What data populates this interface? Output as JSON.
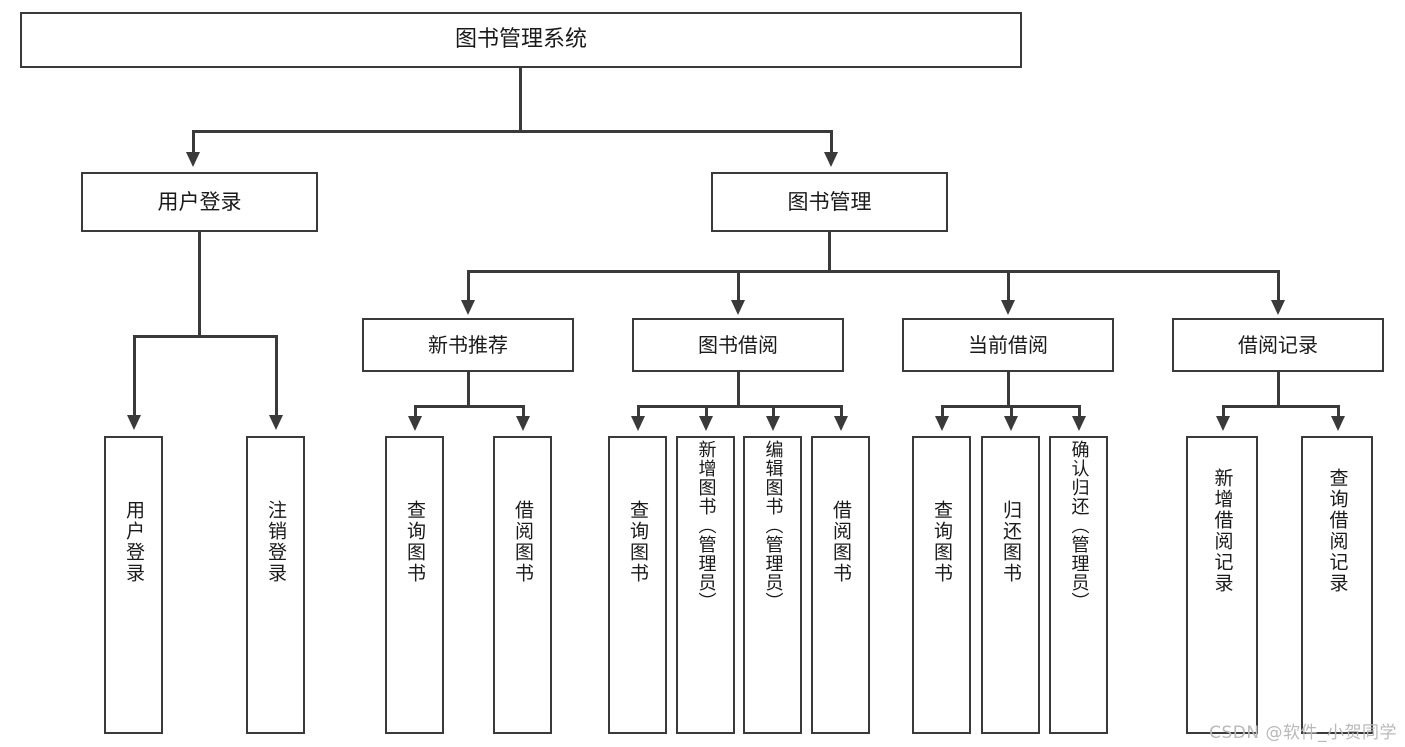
{
  "diagram": {
    "title": "图书管理系统",
    "type": "tree",
    "watermark": "CSDN @软件_小贺同学",
    "colors": {
      "stroke": "#3a3a3a",
      "fill": "#ffffff",
      "text": "#1a1a1a",
      "watermark": "#b9b9b9"
    },
    "nodes": {
      "root": {
        "label": "图书管理系统"
      },
      "level2": [
        {
          "label": "用户登录"
        },
        {
          "label": "图书管理"
        }
      ],
      "level3": [
        {
          "label": "新书推荐"
        },
        {
          "label": "图书借阅"
        },
        {
          "label": "当前借阅"
        },
        {
          "label": "借阅记录"
        }
      ],
      "leaves_user_login": [
        {
          "label": "用户登录"
        },
        {
          "label": "注销登录"
        }
      ],
      "leaves_new_books": [
        {
          "label": "查询图书"
        },
        {
          "label": "借阅图书"
        }
      ],
      "leaves_borrow": [
        {
          "label": "查询图书"
        },
        {
          "label": "新增图书（管理员）"
        },
        {
          "label": "编辑图书（管理员）"
        },
        {
          "label": "借阅图书"
        }
      ],
      "leaves_current": [
        {
          "label": "查询图书"
        },
        {
          "label": "归还图书"
        },
        {
          "label": "确认归还（管理员）"
        }
      ],
      "leaves_records": [
        {
          "label": "新增借阅记录"
        },
        {
          "label": "查询借阅记录"
        }
      ]
    }
  }
}
